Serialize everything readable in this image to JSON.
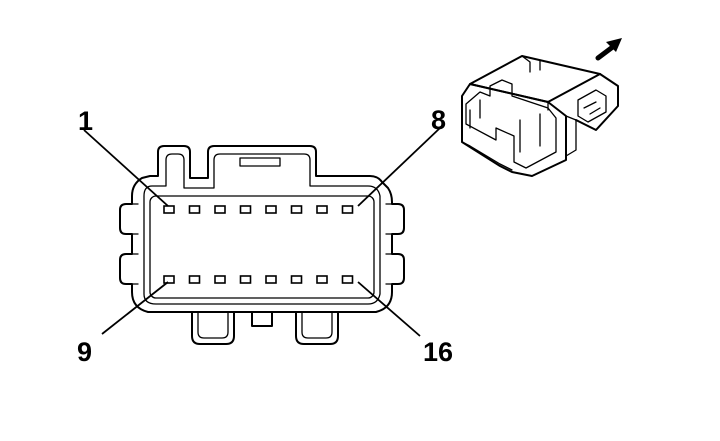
{
  "connector": {
    "pins_per_row": 8,
    "labels": {
      "top_left": "1",
      "top_right": "8",
      "bottom_left": "9",
      "bottom_right": "16"
    }
  },
  "icons": {
    "direction_arrow": "arrow-up-right-icon",
    "connector_view": "connector-3d-icon"
  }
}
